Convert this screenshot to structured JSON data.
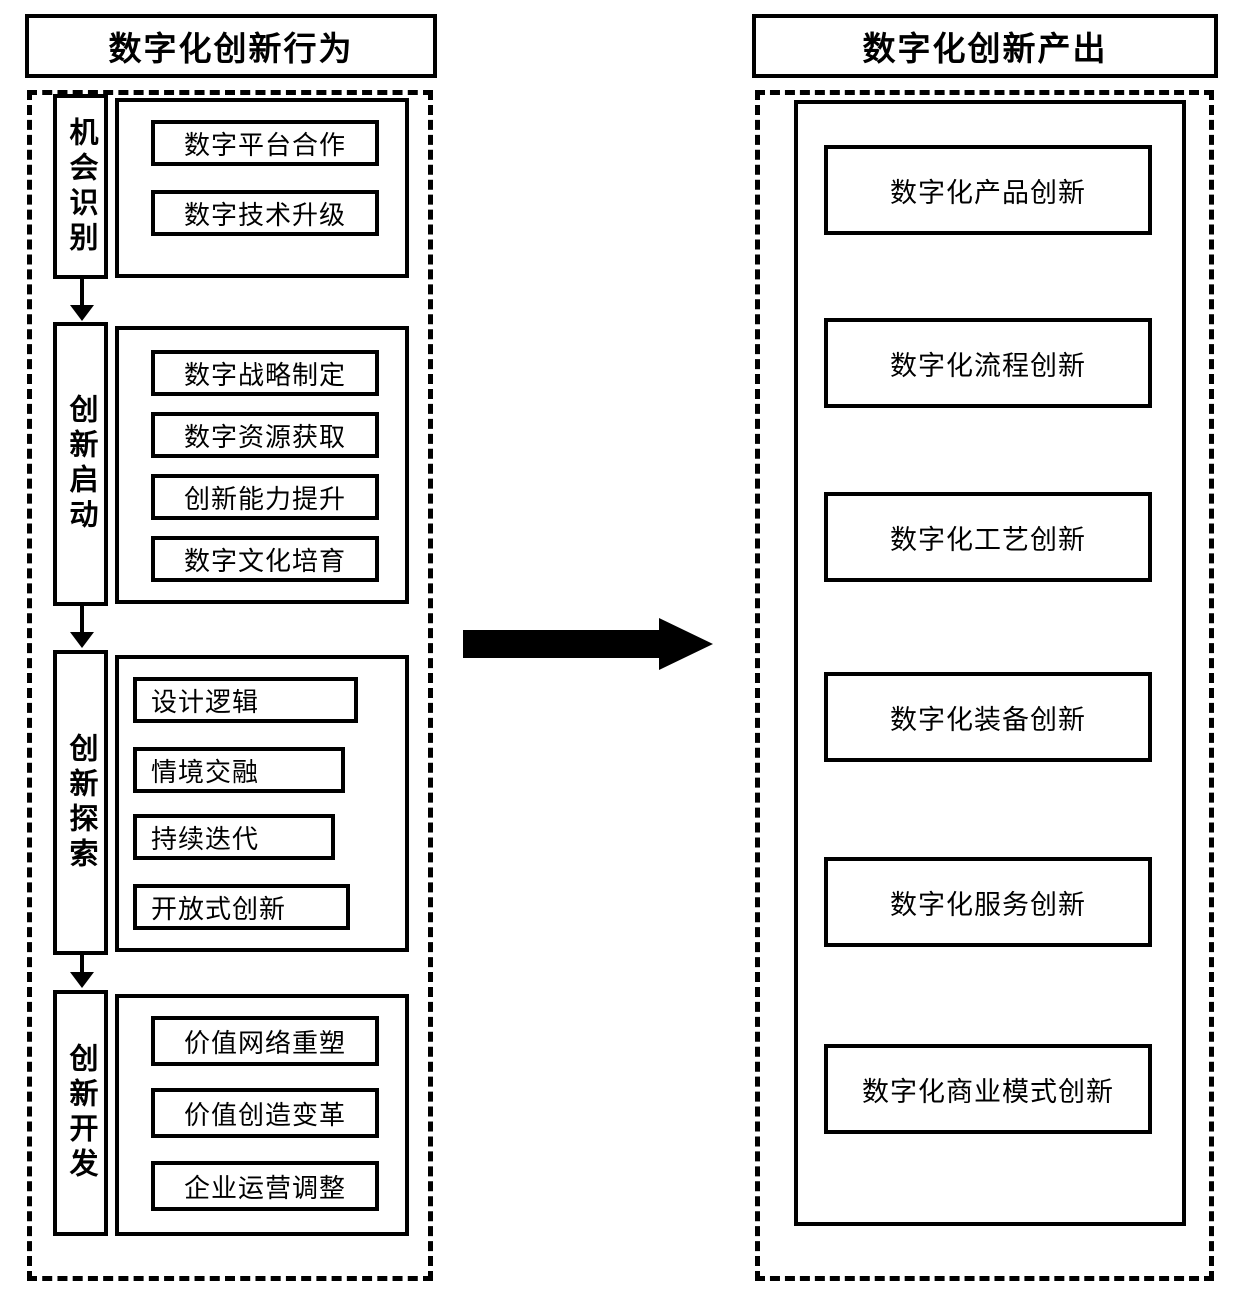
{
  "diagram": {
    "type": "flow-diagram",
    "left_panel": {
      "header": "数字化创新行为",
      "stages": [
        {
          "label": "机会识别",
          "items": [
            "数字平台合作",
            "数字技术升级"
          ]
        },
        {
          "label": "创新启动",
          "items": [
            "数字战略制定",
            "数字资源获取",
            "创新能力提升",
            "数字文化培育"
          ]
        },
        {
          "label": "创新探索",
          "items": [
            "设计逻辑",
            "情境交融",
            "持续迭代",
            "开放式创新"
          ]
        },
        {
          "label": "创新开发",
          "items": [
            "价值网络重塑",
            "价值创造变革",
            "企业运营调整"
          ]
        }
      ]
    },
    "connector": {
      "name": "rightward-arrow",
      "direction": "left-to-right"
    },
    "right_panel": {
      "header": "数字化创新产出",
      "items": [
        "数字化产品创新",
        "数字化流程创新",
        "数字化工艺创新",
        "数字化装备创新",
        "数字化服务创新",
        "数字化商业模式创新"
      ]
    },
    "colors": {
      "stroke": "#000000",
      "background": "#ffffff"
    }
  }
}
